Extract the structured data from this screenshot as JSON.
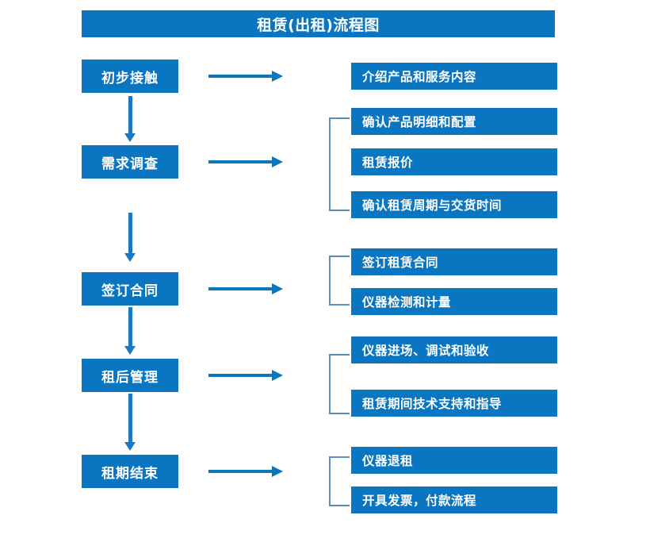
{
  "diagram": {
    "title": "租赁(出租)流程图",
    "theme": {
      "box_fill": "#0a76c2",
      "box_text": "#ffffff",
      "arrow": "#0b76c0",
      "bracket": "#5b8db8",
      "background": "#ffffff"
    },
    "stages": [
      {
        "label": "初步接触",
        "details": [
          "介绍产品和服务内容"
        ],
        "has_bracket": false
      },
      {
        "label": "需求调查",
        "details": [
          "确认产品明细和配置",
          "租赁报价",
          "确认租赁周期与交货时间"
        ],
        "has_bracket": true
      },
      {
        "label": "签订合同",
        "details": [
          "签订租赁合同",
          "仪器检测和计量"
        ],
        "has_bracket": true
      },
      {
        "label": "租后管理",
        "details": [
          "仪器进场、调试和验收",
          "租赁期间技术支持和指导"
        ],
        "has_bracket": true
      },
      {
        "label": "租期结束",
        "details": [
          "仪器退租",
          "开具发票，付款流程"
        ],
        "has_bracket": true
      }
    ]
  }
}
